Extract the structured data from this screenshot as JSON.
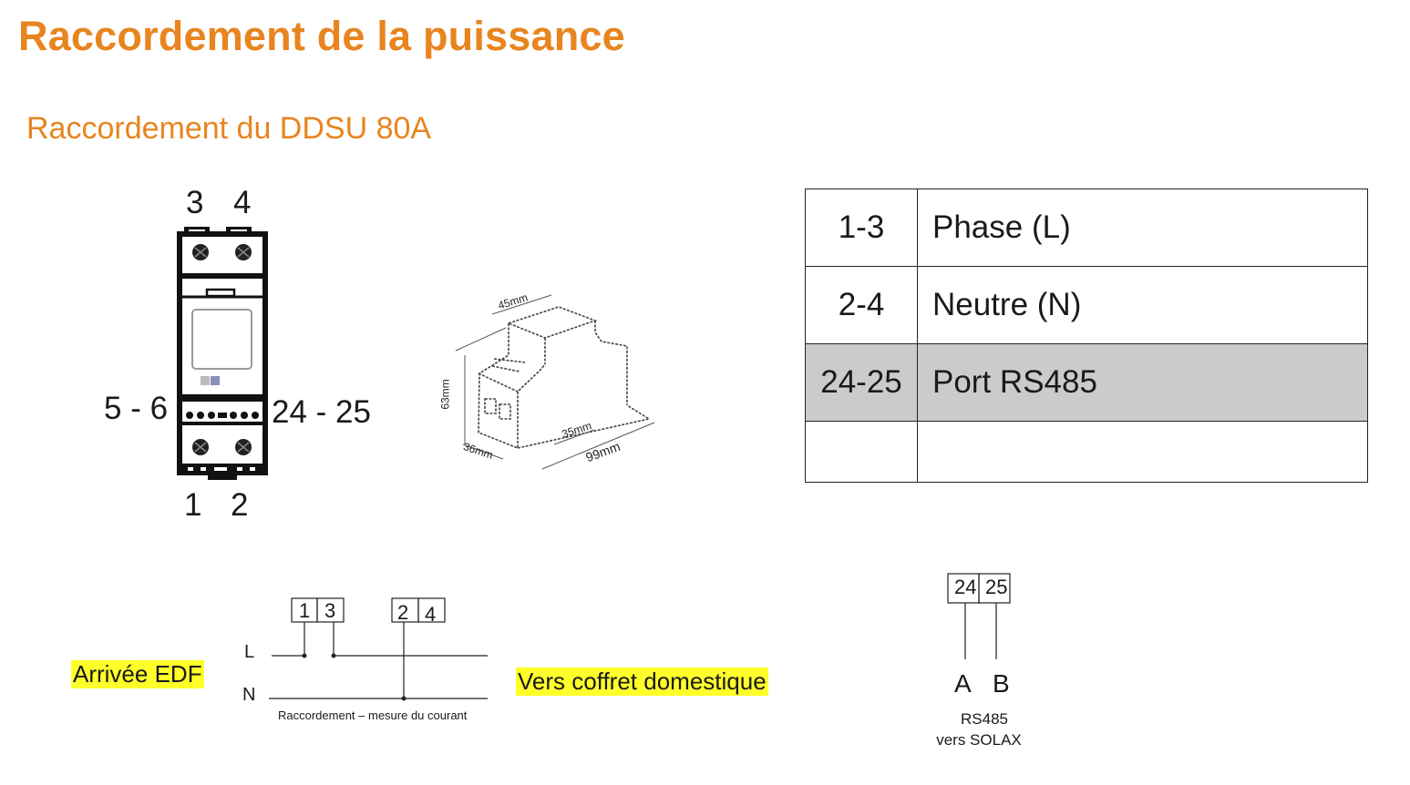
{
  "page": {
    "title": "Raccordement de la puissance",
    "subtitle": "Raccordement du DDSU 80A",
    "accent_color": "#e8851f",
    "highlight_color": "#ffff2a"
  },
  "meter_front": {
    "top_terminals": [
      "3",
      "4"
    ],
    "bottom_terminals": [
      "1",
      "2"
    ],
    "left_aux": "5 - 6",
    "right_aux": "24 - 25"
  },
  "meter_3d": {
    "dimensions": {
      "top_width": "45mm",
      "height": "63mm",
      "depth": "36mm",
      "rail": "35mm",
      "length": "99mm"
    }
  },
  "pin_table": {
    "rows": [
      {
        "pin": "1-3",
        "desc": "Phase (L)",
        "highlighted": false
      },
      {
        "pin": "2-4",
        "desc": "Neutre (N)",
        "highlighted": false
      },
      {
        "pin": "24-25",
        "desc": "Port RS485",
        "highlighted": true
      },
      {
        "pin": "",
        "desc": "",
        "highlighted": false
      }
    ],
    "highlight_bg": "#cbcbcd"
  },
  "wiring": {
    "left_label": "Arrivée EDF",
    "right_label": "Vers coffret domestique",
    "line_L": "L",
    "line_N": "N",
    "box1": [
      "1",
      "3"
    ],
    "box2": [
      "2",
      "4"
    ],
    "caption": "Raccordement – mesure du courant"
  },
  "rs485": {
    "box": [
      "24",
      "25"
    ],
    "wire_a": "A",
    "wire_b": "B",
    "caption_line1": "RS485",
    "caption_line2": "vers SOLAX"
  }
}
